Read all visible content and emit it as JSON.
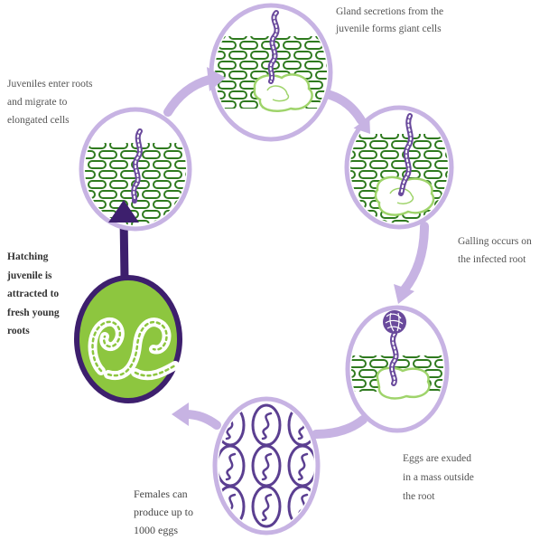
{
  "labels": {
    "gland_secretions": [
      "Gland secretions from the",
      "juvenile forms giant cells"
    ],
    "juveniles_enter": [
      "Juveniles enter roots",
      "and migrate to",
      "elongated cells"
    ],
    "galling": [
      "Galling occurs on",
      "the infected root"
    ],
    "hatching": [
      "Hatching",
      "juvenile is",
      "attracted to",
      "fresh young",
      "roots"
    ],
    "eggs_exuded": [
      "Eggs are exuded",
      "in a mass outside",
      "the root"
    ],
    "females": [
      "Females can",
      "produce up to",
      "1000 eggs"
    ]
  },
  "colors": {
    "ring": "#c7b3e3",
    "hatching_ring": "#3d1f6d",
    "hatching_fill": "#8dc63f",
    "root_cell": "#2f7a1f",
    "giant_cell": "#9fd46b",
    "nematode": "#6a4a9c",
    "egg": "#5b3f91",
    "text": "#555555",
    "text_bold": "#333333"
  },
  "icons": {
    "stage_juveniles_enter": "root-cells-with-nematode-icon",
    "stage_gland_secretions": "giant-cell-formation-icon",
    "stage_galling": "galled-root-icon",
    "stage_eggs_exuded": "egg-mass-icon",
    "stage_females": "eggs-icon",
    "stage_hatching": "hatching-juvenile-icon"
  }
}
